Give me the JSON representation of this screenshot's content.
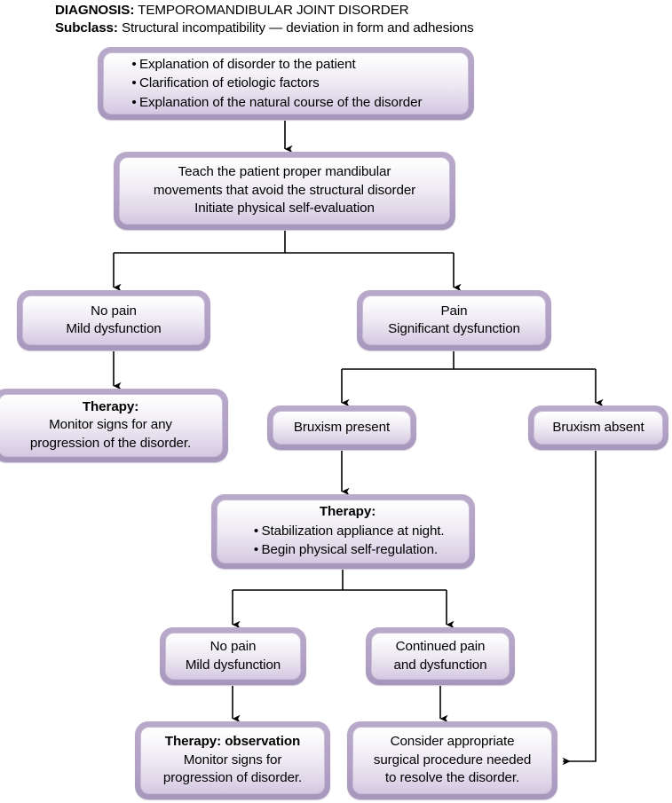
{
  "heading": {
    "diagnosis_label": "DIAGNOSIS:",
    "diagnosis_value": "TEMPOROMANDIBULAR JOINT DISORDER",
    "subclass_label": "Subclass:",
    "subclass_value": "Structural incompatibility — deviation in form and adhesions"
  },
  "colors": {
    "box_frame": "#b3a2c6",
    "box_fill_top": "#ffffff",
    "box_fill_bottom": "#d3c8e1",
    "connector": "#000000",
    "text": "#000000",
    "background": "#ffffff"
  },
  "nodes": {
    "education": {
      "id": "education",
      "bullets": [
        "Explanation of disorder to the patient",
        "Clarification of etiologic factors",
        "Explanation of the natural course of the disorder"
      ],
      "bullet_glyph": "•"
    },
    "teach": {
      "id": "teach",
      "lines": [
        "Teach the patient proper mandibular",
        "movements that avoid the structural disorder",
        "Initiate physical self-evaluation"
      ]
    },
    "no_pain_mild_1": {
      "id": "no-pain-mild-1",
      "lines": [
        "No pain",
        "Mild dysfunction"
      ]
    },
    "pain_significant": {
      "id": "pain-significant",
      "lines": [
        "Pain",
        "Significant dysfunction"
      ]
    },
    "therapy_monitor": {
      "id": "therapy-monitor",
      "heading": "Therapy:",
      "lines": [
        "Monitor signs for any",
        "progression of the disorder."
      ]
    },
    "bruxism_present": {
      "id": "bruxism-present",
      "lines": [
        "Bruxism present"
      ]
    },
    "bruxism_absent": {
      "id": "bruxism-absent",
      "lines": [
        "Bruxism absent"
      ]
    },
    "therapy_stabilization": {
      "id": "therapy-stabilization",
      "heading": "Therapy:",
      "bullets": [
        "Stabilization appliance at night.",
        "Begin physical self-regulation."
      ],
      "bullet_glyph": "•"
    },
    "no_pain_mild_2": {
      "id": "no-pain-mild-2",
      "lines": [
        "No pain",
        "Mild dysfunction"
      ]
    },
    "continued_pain": {
      "id": "continued-pain",
      "lines": [
        "Continued pain",
        "and dysfunction"
      ]
    },
    "therapy_observation": {
      "id": "therapy-observation",
      "heading": "Therapy: observation",
      "lines": [
        "Monitor signs for",
        "progression of disorder."
      ]
    },
    "surgical": {
      "id": "surgical",
      "lines": [
        "Consider appropriate",
        "surgical procedure needed",
        "to resolve the disorder."
      ]
    }
  }
}
